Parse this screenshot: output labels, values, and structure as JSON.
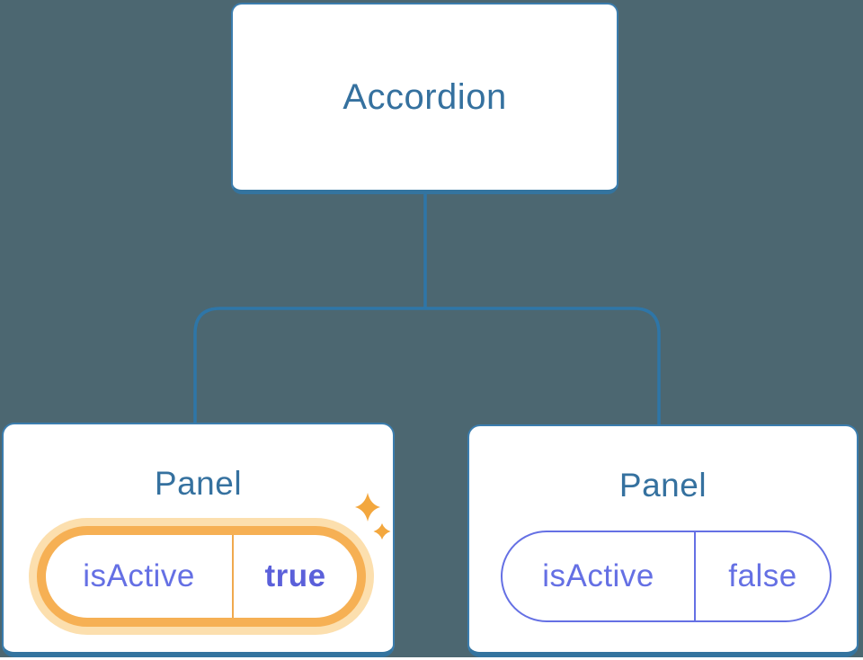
{
  "colors": {
    "background": "#4c6771",
    "node_border": "#3b7dae",
    "node_border_bottom": "#34749f",
    "connector": "#2e76a8",
    "node_text": "#35719f",
    "prop_purple": "#6570e4",
    "prop_value_active": "#5b60da",
    "highlight_orange": "#f6b054",
    "highlight_halo": "#fcdfae",
    "highlight_divider": "#f0a94e",
    "sparkle": "#f3a73e"
  },
  "tree": {
    "root": {
      "label": "Accordion"
    },
    "panels": [
      {
        "title": "Panel",
        "prop_name": "isActive",
        "prop_value": "true",
        "highlighted": true
      },
      {
        "title": "Panel",
        "prop_name": "isActive",
        "prop_value": "false",
        "highlighted": false
      }
    ]
  }
}
